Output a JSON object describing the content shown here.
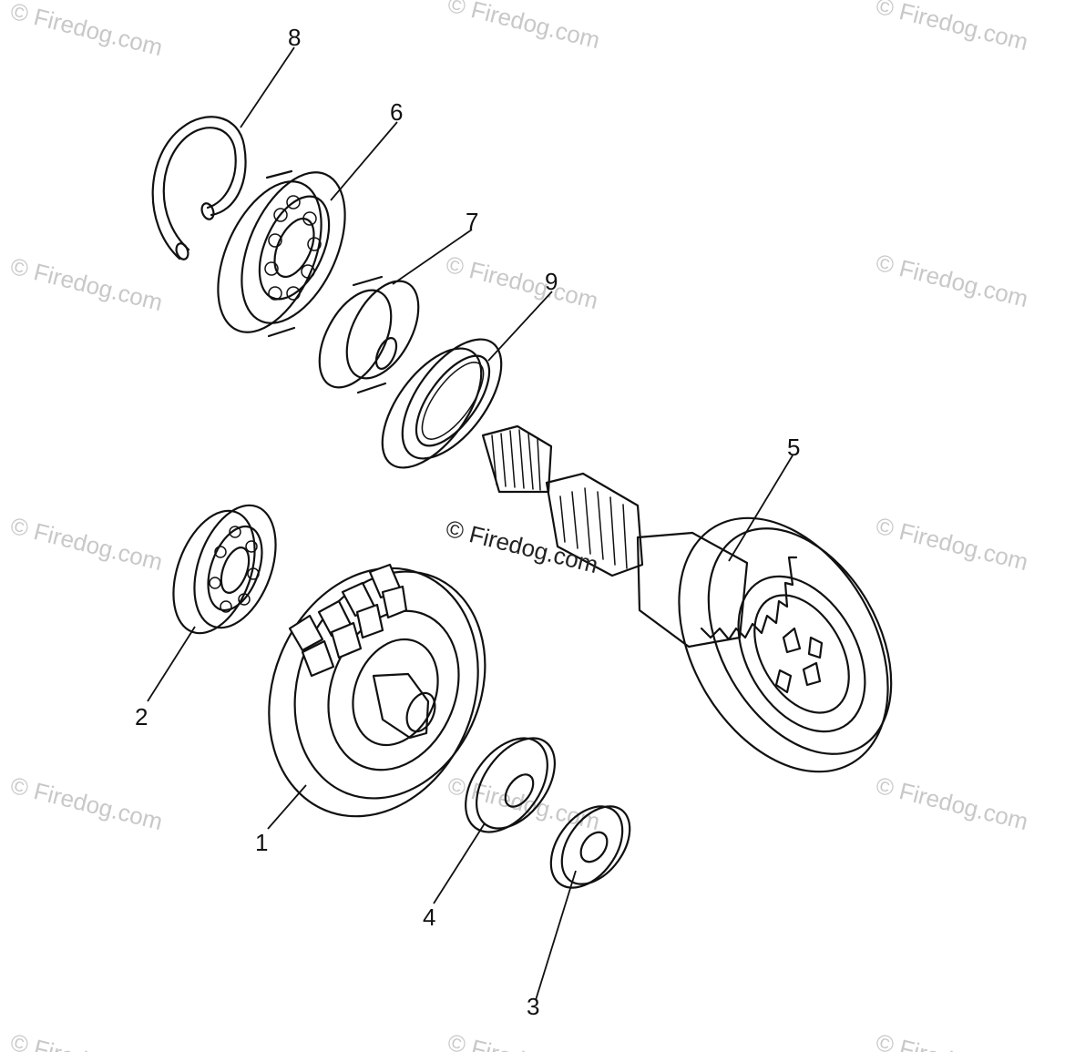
{
  "watermark": {
    "text": "© Firedog.com",
    "center_text": "© Firedog.com"
  },
  "callouts": {
    "c1": "1",
    "c2": "2",
    "c3": "3",
    "c4": "4",
    "c5": "5",
    "c6": "6",
    "c7": "7",
    "c8": "8",
    "c9": "9"
  }
}
